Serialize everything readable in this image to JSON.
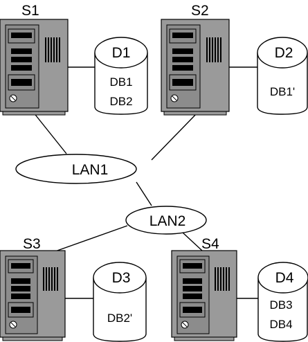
{
  "servers": [
    {
      "id": "server-s1",
      "label": "S1"
    },
    {
      "id": "server-s2",
      "label": "S2"
    },
    {
      "id": "server-s3",
      "label": "S3"
    },
    {
      "id": "server-s4",
      "label": "S4"
    }
  ],
  "disks": [
    {
      "id": "disk-d1",
      "label": "D1",
      "contents": [
        "DB1",
        "DB2"
      ]
    },
    {
      "id": "disk-d2",
      "label": "D2",
      "contents": [
        "DB1'"
      ]
    },
    {
      "id": "disk-d3",
      "label": "D3",
      "contents": [
        "DB2'"
      ]
    },
    {
      "id": "disk-d4",
      "label": "D4",
      "contents": [
        "DB3",
        "DB4"
      ]
    }
  ],
  "networks": [
    {
      "id": "lan1",
      "label": "LAN1"
    },
    {
      "id": "lan2",
      "label": "LAN2"
    }
  ],
  "colors": {
    "server_body": "#9a9a9a",
    "server_panel": "#8c8c8c",
    "outline": "#000000",
    "background": "#ffffff"
  }
}
